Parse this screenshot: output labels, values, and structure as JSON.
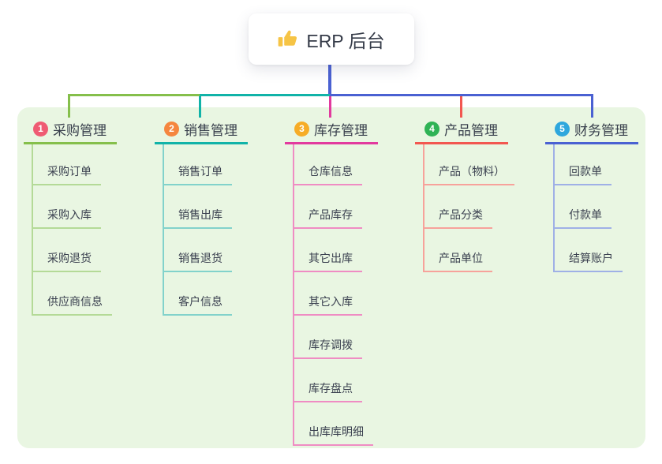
{
  "root": {
    "label": "ERP 后台",
    "icon": "thumbs-up-icon",
    "icon_color": "#f6c445"
  },
  "panel": {
    "background": "#e9f6e2"
  },
  "trunk_color": "#4a61d2",
  "text_color": "#3b4150",
  "branches": [
    {
      "num": "1",
      "label": "采购管理",
      "badge_color": "#ef5b73",
      "line_color": "#85bf4b",
      "child_line_color": "#b4da97",
      "children": [
        "采购订单",
        "采购入库",
        "采购退货",
        "供应商信息"
      ]
    },
    {
      "num": "2",
      "label": "销售管理",
      "badge_color": "#f5863f",
      "line_color": "#11b3a8",
      "child_line_color": "#82d2cb",
      "children": [
        "销售订单",
        "销售出库",
        "销售退货",
        "客户信息"
      ]
    },
    {
      "num": "3",
      "label": "库存管理",
      "badge_color": "#f6ac26",
      "line_color": "#e23a9e",
      "child_line_color": "#ef8cc3",
      "children": [
        "仓库信息",
        "产品库存",
        "其它出库",
        "其它入库",
        "库存调拨",
        "库存盘点",
        "出库库明细"
      ]
    },
    {
      "num": "4",
      "label": "产品管理",
      "badge_color": "#2fb355",
      "line_color": "#f25750",
      "child_line_color": "#f7a29b",
      "children": [
        "产品（物料）",
        "产品分类",
        "产品单位"
      ]
    },
    {
      "num": "5",
      "label": "财务管理",
      "badge_color": "#2ea7dd",
      "line_color": "#4a61d2",
      "child_line_color": "#9fb0e6",
      "children": [
        "回款单",
        "付款单",
        "结算账户"
      ]
    }
  ]
}
